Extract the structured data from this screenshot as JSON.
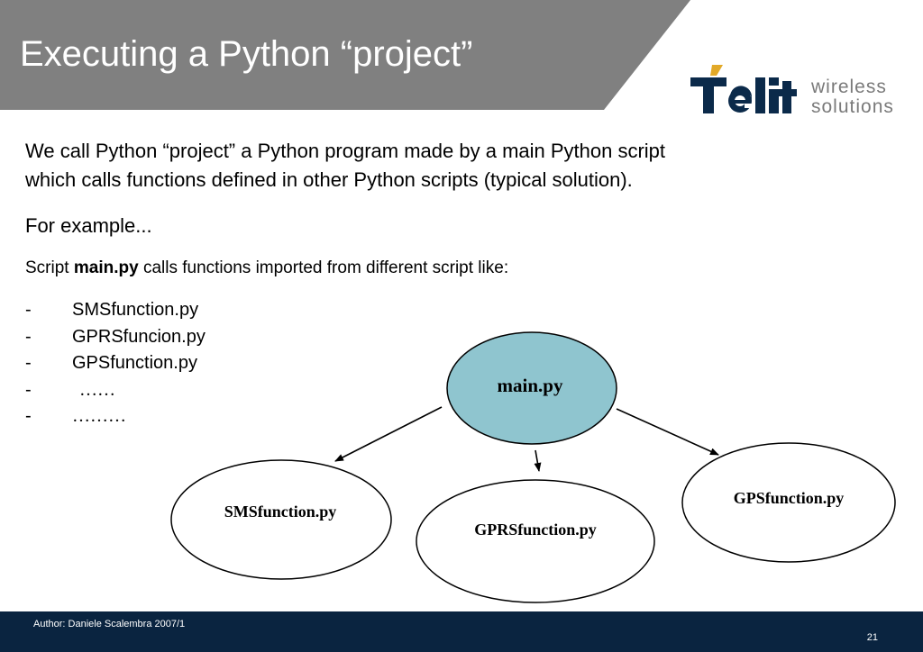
{
  "slide": {
    "title": "Executing a Python “project”",
    "para1_line1": "We call Python “project” a Python program made by a main Python script",
    "para1_line2": "which calls functions defined in other Python scripts (typical solution).",
    "para2": "For example...",
    "para3_prefix": "Script ",
    "para3_bold": "main.py",
    "para3_suffix": " calls functions imported from different script like:",
    "bullets": [
      {
        "dash": "-",
        "text": "SMSfunction.py"
      },
      {
        "dash": "-",
        "text": "GPRSfuncion.py"
      },
      {
        "dash": "-",
        "text": "GPSfunction.py"
      },
      {
        "dash": "-",
        "text": "……"
      },
      {
        "dash": "-",
        "text": "………"
      }
    ]
  },
  "logo": {
    "word": "Telit",
    "sub_line1": "wireless",
    "sub_line2": "solutions"
  },
  "diagram": {
    "main_node": "main.py",
    "nodes": [
      "SMSfunction.py",
      "GPRSfunction.py",
      "GPSfunction.py"
    ]
  },
  "footer": {
    "author": "Author: Daniele Scalembra 2007/1",
    "page": "21"
  },
  "colors": {
    "title_band": "#808080",
    "main_node_fill": "#8fc5cf",
    "footer_band": "#0a2440",
    "logo_navy": "#0b2a4a",
    "logo_accent": "#e2a928"
  }
}
